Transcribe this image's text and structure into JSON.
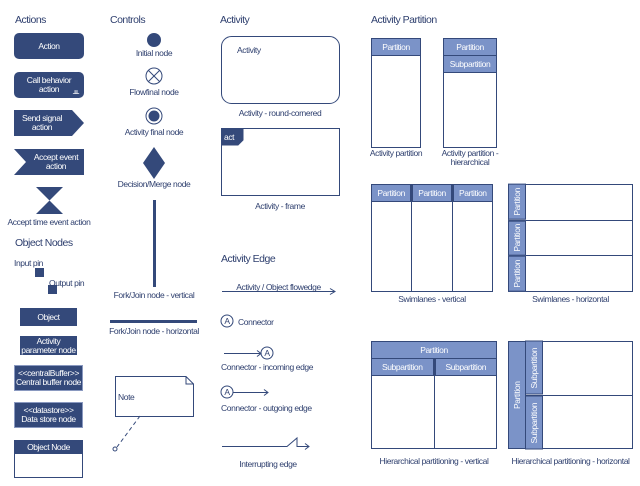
{
  "sections": {
    "actions": "Actions",
    "controls": "Controls",
    "activity": "Activity",
    "partition": "Activity Partition",
    "object_nodes": "Object Nodes",
    "edge": "Activity Edge"
  },
  "actions": {
    "action": "Action",
    "call": "Call behavior action",
    "send": "Send signal action",
    "accept": "Accept event action",
    "time": "Accept time event action"
  },
  "controls": {
    "initial": "Initial node",
    "flowfinal": "Flowfinal node",
    "final": "Activity final node",
    "decision": "Decision/Merge node",
    "fork_v": "Fork/Join node - vertical",
    "fork_h": "Fork/Join node - horizontal",
    "note": "Note"
  },
  "objects": {
    "input_pin": "Input pin",
    "output_pin": "Output pin",
    "object": "Object",
    "param": "Activity parameter node",
    "central_st": "<<centralBuffer>>",
    "central": "Central buffer node",
    "ds_st": "<<datastore>>",
    "ds": "Data store node",
    "object_node": "Object Node"
  },
  "activity": {
    "inner": "Activity",
    "round": "Activity - round-cornered",
    "act": "act",
    "frame": "Activity - frame"
  },
  "edges": {
    "flow": "Activity / Object flowedge",
    "conn_letter": "A",
    "connector": "Connector",
    "incoming": "Connector - incoming edge",
    "outgoing": "Connector - outgoing edge",
    "interrupt": "Interrupting edge"
  },
  "partitions": {
    "partition": "Partition",
    "subpartition": "Subpartition",
    "ap": "Activity partition",
    "aph": "Activity partition - hierarchical",
    "sv": "Swimlanes - vertical",
    "sh": "Swimlanes - horizontal",
    "hv": "Hierarchical partitioning - vertical",
    "hh": "Hierarchical partitioning - horizontal"
  }
}
